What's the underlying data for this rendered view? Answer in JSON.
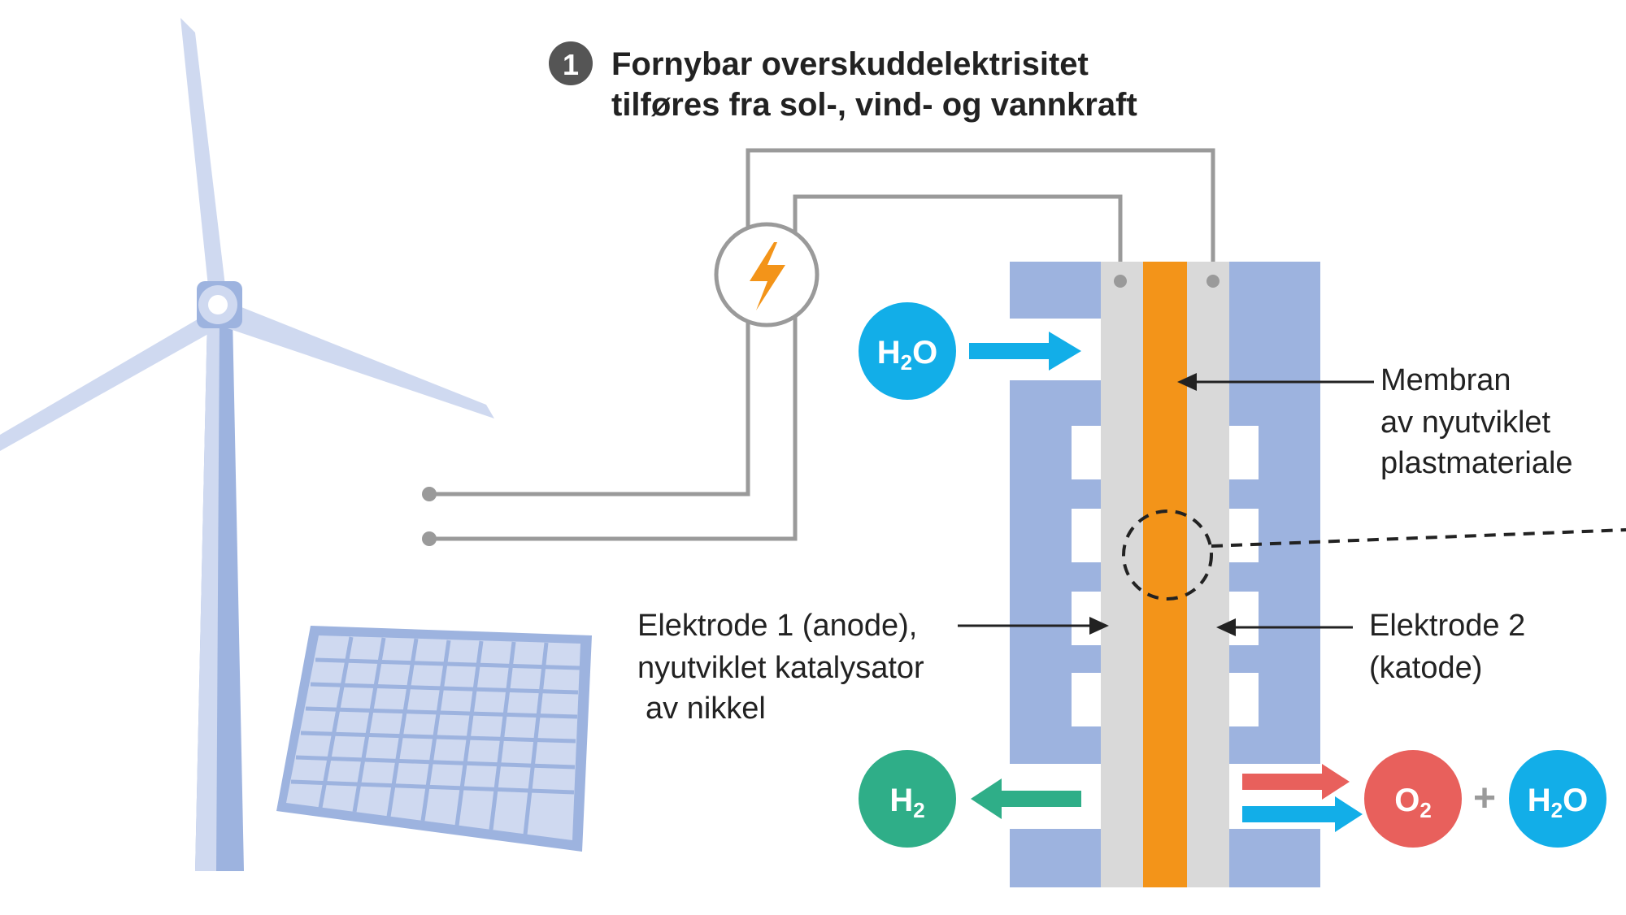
{
  "step": {
    "number": "1",
    "line1": "Fornybar overskuddelektrisitet",
    "line2": "tilføres fra sol-, vind- og vannkraft"
  },
  "membrane_label": {
    "line1": "Membran",
    "line2": "av nyutviklet",
    "line3": "plastmateriale"
  },
  "electrode1_label": {
    "line1": "Elektrode 1 (anode),",
    "line2": "nyutviklet katalysator",
    "line3": "av nikkel"
  },
  "electrode2_label": {
    "line1": "Elektrode 2",
    "line2": "(katode)"
  },
  "molecules": {
    "water_in": {
      "main": "H",
      "sub": "2",
      "tail": "O"
    },
    "hydrogen_out": {
      "main": "H",
      "sub": "2",
      "tail": ""
    },
    "oxygen_out": {
      "main": "O",
      "sub": "2",
      "tail": ""
    },
    "plus": "+",
    "water_out": {
      "main": "H",
      "sub": "2",
      "tail": "O"
    }
  },
  "colors": {
    "membrane": "#f39419",
    "electrode": "#d9d9d9",
    "housing": "#9db3df",
    "water": "#12aee8",
    "hydrogen": "#2fae88",
    "oxygen": "#e8605c",
    "wire": "#9a9a9a",
    "lightning": "#f39419",
    "turbine_light": "#cfd9f0",
    "turbine_dark": "#9db3df",
    "panel": "#9db3df"
  },
  "icons": [
    "wind-turbine-icon",
    "solar-panel-icon",
    "power-source-lightning-icon"
  ]
}
